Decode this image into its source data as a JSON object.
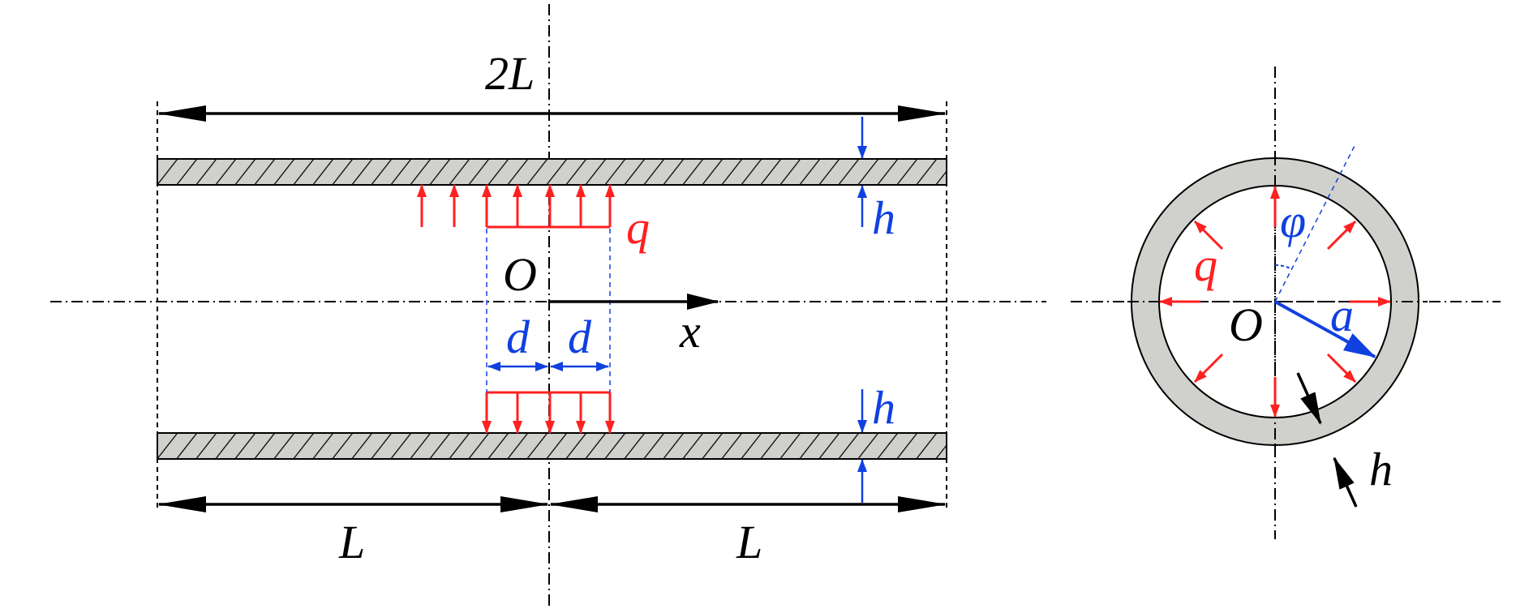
{
  "labels": {
    "total_length": "2L",
    "left_length": "L",
    "right_length": "L",
    "pressure_top": "q",
    "pressure_ring": "q",
    "origin_long": "O",
    "origin_ring": "O",
    "axis_x": "x",
    "half_width_left": "d",
    "half_width_right": "d",
    "thickness_top": "h",
    "thickness_bottom": "h",
    "thickness_ring": "h",
    "radius": "a",
    "angle": "φ"
  },
  "colors": {
    "dimension": "#000000",
    "load": "#ff2020",
    "geometry": "#1040e0",
    "wall_fill": "#d0d0cc"
  }
}
